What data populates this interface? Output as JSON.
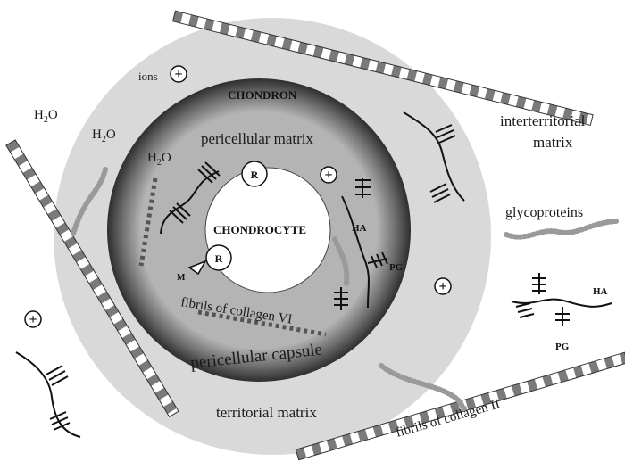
{
  "labels": {
    "chondron": "CHONDRON",
    "chondrocyte": "CHONDROCYTE",
    "pericellular_matrix": "pericellular matrix",
    "pericellular_capsule": "pericellular capsule",
    "territorial_matrix": "territorial matrix",
    "interterritorial_matrix_line1": "interterritorial",
    "interterritorial_matrix_line2": "matrix",
    "glycoproteins": "glycoproteins",
    "fibrils_collagen_vi": "fibrils of collagen VI",
    "fibrils_collagen_ii": "fibrils of collagen II",
    "ions": "ions",
    "water_h": "H",
    "water_sub": "2",
    "water_o": "O",
    "receptor": "R",
    "membrane_marker": "M",
    "hyaluronan": "HA",
    "proteoglycan": "PG",
    "ion_symbol": "+"
  },
  "colors": {
    "background": "#ffffff",
    "outer_zone": "#d9d9d9",
    "capsule_dark": "#3a3a3a",
    "pericellular_matrix": "#a8a8a8",
    "cell": "#ffffff",
    "collagen_dark": "#777777",
    "glycoprotein": "#9a9a9a",
    "line": "#111111"
  }
}
